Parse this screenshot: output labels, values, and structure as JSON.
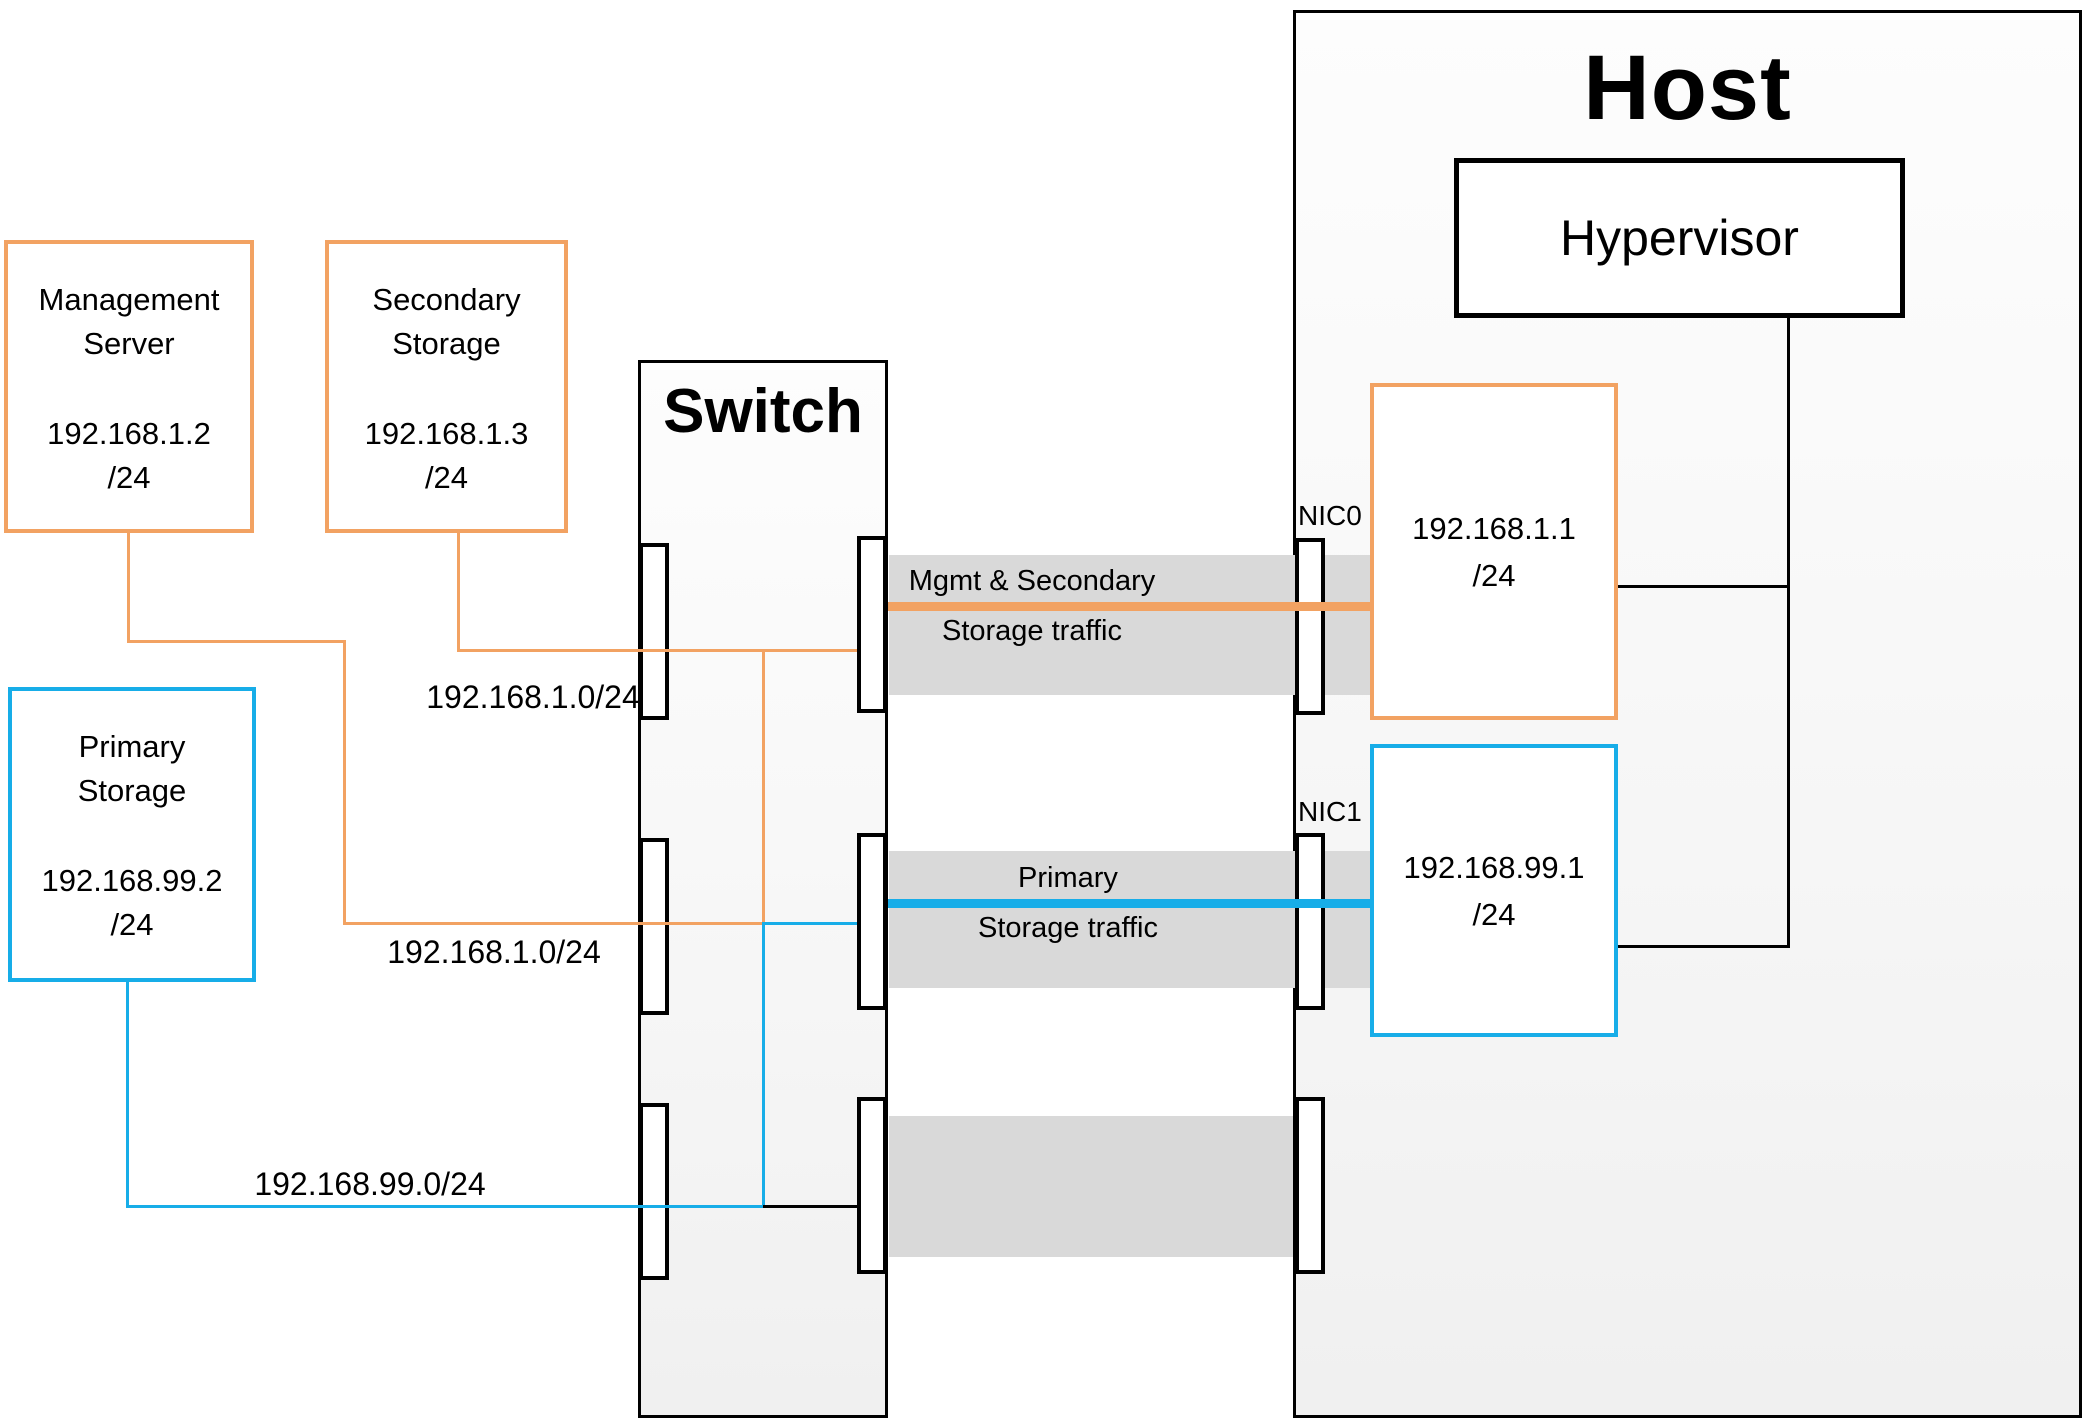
{
  "host": {
    "label": "Host"
  },
  "hypervisor": {
    "label": "Hypervisor"
  },
  "switch": {
    "label": "Switch"
  },
  "devices": {
    "management": {
      "line1": "Management",
      "line2": "Server",
      "ip": "192.168.1.2",
      "mask": "/24"
    },
    "secondary": {
      "line1": "Secondary",
      "line2": "Storage",
      "ip": "192.168.1.3",
      "mask": "/24"
    },
    "primary": {
      "line1": "Primary",
      "line2": "Storage",
      "ip": "192.168.99.2",
      "mask": "/24"
    }
  },
  "nics": {
    "nic0": {
      "label": "NIC0",
      "ip": "192.168.1.1",
      "mask": "/24"
    },
    "nic1": {
      "label": "NIC1",
      "ip": "192.168.99.1",
      "mask": "/24"
    }
  },
  "subnets": {
    "orange_top": "192.168.1.0/24",
    "orange_bottom": "192.168.1.0/24",
    "blue": "192.168.99.0/24"
  },
  "traffic": {
    "band1": {
      "line1": "Mgmt & Secondary",
      "line2": "Storage traffic"
    },
    "band2": {
      "line1": "Primary",
      "line2": "Storage traffic"
    }
  },
  "colors": {
    "orange": "#F2A262",
    "blue": "#17ADE8",
    "band_gray": "#D9D9D9",
    "line_black": "#000000"
  }
}
